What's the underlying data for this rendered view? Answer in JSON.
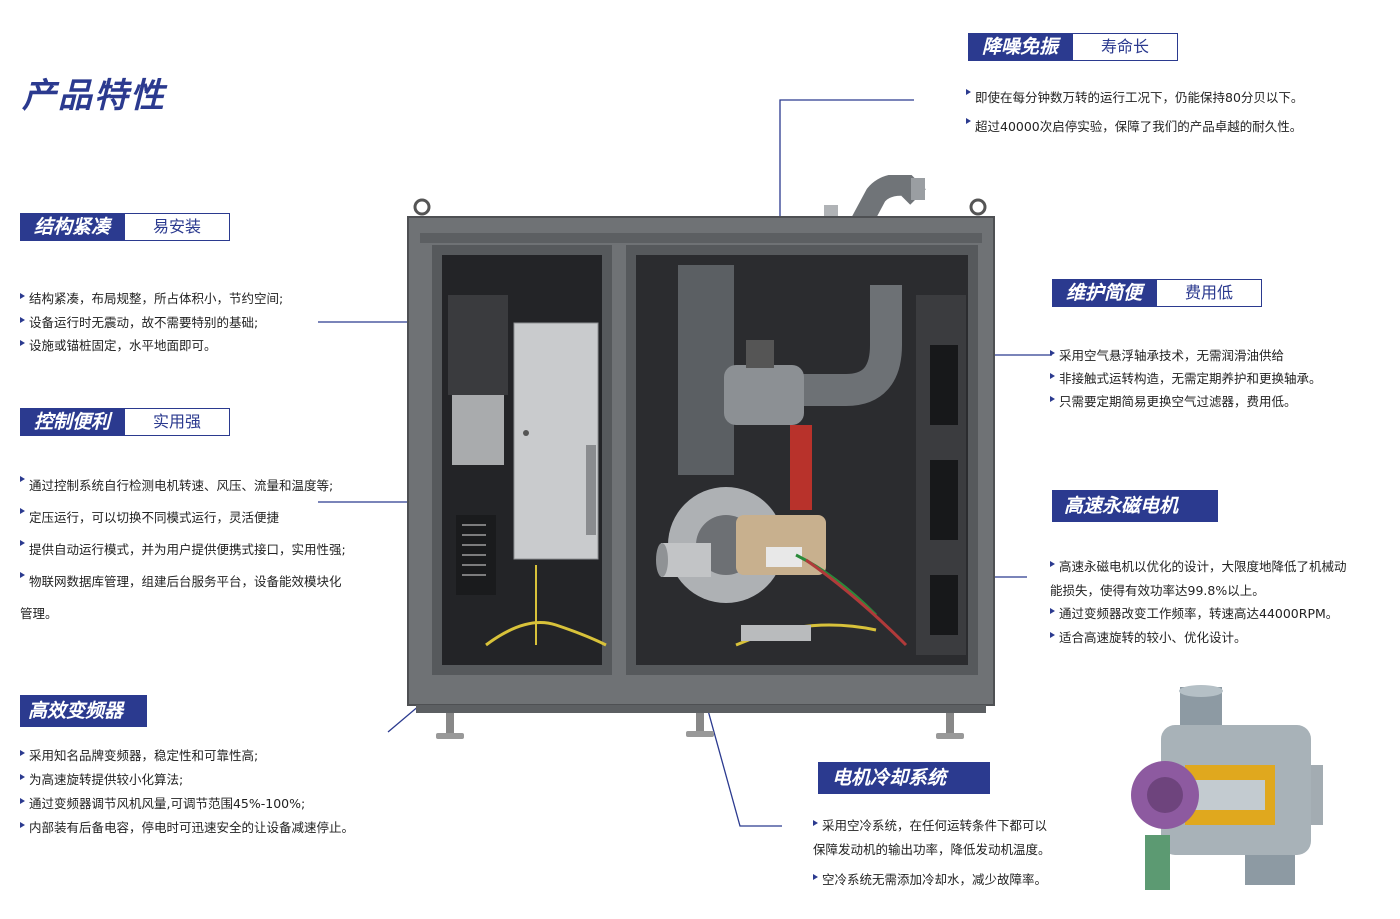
{
  "page_title": "产品特性",
  "sections": {
    "structure": {
      "title": "结构紧凑",
      "tag": "易安装",
      "bullets": [
        "结构紧凑，布局规整，所占体积小，节约空间;",
        "设备运行时无震动，故不需要特别的基础;",
        "设施或锚桩固定，水平地面即可。"
      ]
    },
    "control": {
      "title": "控制便利",
      "tag": "实用强",
      "bullets": [
        "通过控制系统自行检测电机转速、风压、流量和温度等;",
        "定压运行，可以切换不同模式运行，灵活便捷",
        "提供自动运行模式，并为用户提供便携式接口，实用性强;",
        "物联网数据库管理，组建后台服务平台，设备能效模块化"
      ],
      "bullet_cont": "管理。"
    },
    "inverter": {
      "title": "高效变频器",
      "bullets": [
        "采用知名品牌变频器，稳定性和可靠性高;",
        "为高速旋转提供较小化算法;",
        "通过变频器调节风机风量,可调节范围45%-100%;",
        "内部装有后备电容，停电时可迅速安全的让设备减速停止。"
      ]
    },
    "noise": {
      "title": "降噪免振",
      "tag": "寿命长",
      "bullets": [
        "即使在每分钟数万转的运行工况下，仍能保持80分贝以下。",
        "超过40000次启停实验，保障了我们的产品卓越的耐久性。"
      ]
    },
    "maintenance": {
      "title": "维护简便",
      "tag": "费用低",
      "bullets": [
        "采用空气悬浮轴承技术，无需润滑油供给",
        "非接触式运转构造，无需定期养护和更换轴承。",
        "只需要定期简易更换空气过滤器，费用低。"
      ]
    },
    "motor": {
      "title": "高速永磁电机",
      "bullets": [
        "高速永磁电机以优化的设计，大限度地降低了机械动"
      ],
      "bullet_cont": "能损失，使得有效功率达99.8%以上。",
      "bullets2": [
        "通过变频器改变工作频率，转速高达44000RPM。",
        "适合高速旋转的较小、优化设计。"
      ]
    },
    "cooling": {
      "title": "电机冷却系统",
      "bullets": [
        "采用空冷系统，在任何运转条件下都可以"
      ],
      "bullet_cont": "保障发动机的输出功率，降低发动机温度。",
      "bullets2": [
        "空冷系统无需添加冷却水，减少故障率。"
      ]
    }
  },
  "colors": {
    "brand_blue": "#2b3a8f",
    "cabinet_gray": "#6f7275",
    "cabinet_dark": "#2a2b2e"
  }
}
